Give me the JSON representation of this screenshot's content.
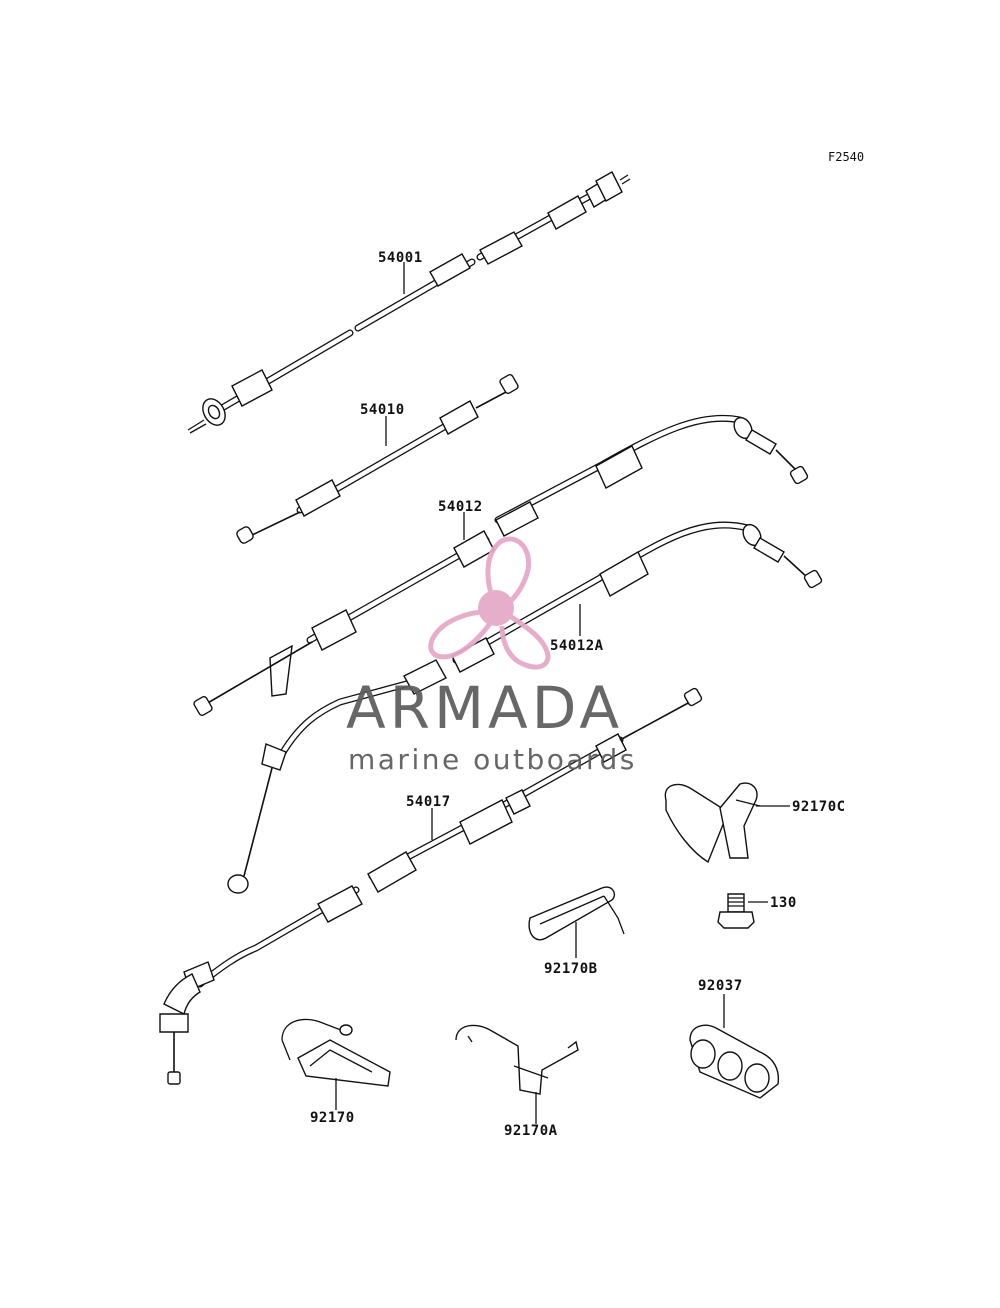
{
  "diagram": {
    "code": "F2540",
    "parts": [
      {
        "id": "cable-54001",
        "label": "54001"
      },
      {
        "id": "cable-54010",
        "label": "54010"
      },
      {
        "id": "cable-54012",
        "label": "54012"
      },
      {
        "id": "cable-54012A",
        "label": "54012A"
      },
      {
        "id": "cable-54017",
        "label": "54017"
      },
      {
        "id": "clamp-92170C",
        "label": "92170C"
      },
      {
        "id": "bolt-130",
        "label": "130"
      },
      {
        "id": "clamp-92170B",
        "label": "92170B"
      },
      {
        "id": "clamp-92037",
        "label": "92037"
      },
      {
        "id": "clamp-92170",
        "label": "92170"
      },
      {
        "id": "clamp-92170A",
        "label": "92170A"
      }
    ]
  },
  "watermark": {
    "brand": "ARMADA",
    "tagline": "marine outboards",
    "logo_color": "#e6a8c8",
    "text_color": "#5b5b5b"
  }
}
